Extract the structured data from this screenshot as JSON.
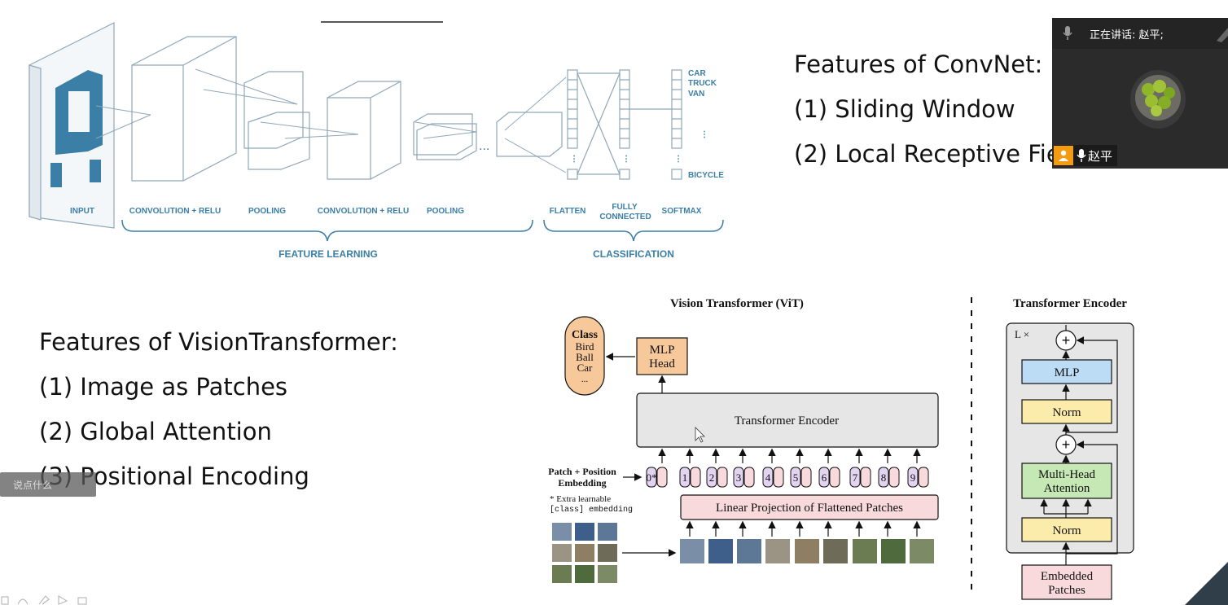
{
  "cnn": {
    "labels": [
      "INPUT",
      "CONVOLUTION + RELU",
      "POOLING",
      "CONVOLUTION + RELU",
      "POOLING",
      "FLATTEN",
      "FULLY",
      "CONNECTED",
      "SOFTMAX"
    ],
    "outputs": [
      "CAR",
      "TRUCK",
      "VAN",
      "BICYCLE"
    ],
    "group_feature": "FEATURE LEARNING",
    "group_classification": "CLASSIFICATION"
  },
  "convnet": {
    "title": "Features of ConvNet:",
    "items": [
      "(1) Sliding Window",
      "(2) Local Receptive Fie"
    ]
  },
  "vit_features": {
    "title": "Features of VisionTransformer:",
    "items": [
      "(1) Image as Patches",
      "(2) Global Attention",
      "(3) Positional Encoding"
    ]
  },
  "vit": {
    "title": "Vision Transformer (ViT)",
    "class_box": [
      "Class",
      "Bird",
      "Ball",
      "Car",
      "..."
    ],
    "mlp_head": [
      "MLP",
      "Head"
    ],
    "encoder": "Transformer Encoder",
    "patch_pos": [
      "Patch + Position",
      "Embedding"
    ],
    "extra": [
      "* Extra learnable",
      "[class] embedding"
    ],
    "linear_proj": "Linear Projection of Flattened Patches",
    "tokens": [
      "0*",
      "1",
      "2",
      "3",
      "4",
      "5",
      "6",
      "7",
      "8",
      "9"
    ]
  },
  "encoder_block": {
    "title": "Transformer Encoder",
    "lx": "L ×",
    "mlp": "MLP",
    "norm": "Norm",
    "mha": [
      "Multi-Head",
      "Attention"
    ],
    "embedded": [
      "Embedded",
      "Patches"
    ]
  },
  "video": {
    "speaker_label": "正在讲话: 赵平;",
    "name": "赵平"
  },
  "caption": "说点什么"
}
